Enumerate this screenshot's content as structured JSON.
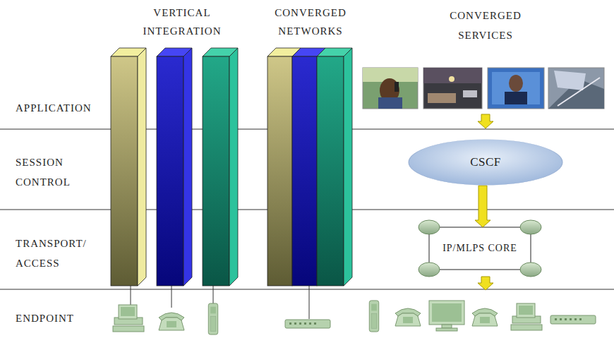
{
  "diagram": {
    "nodes": [
      {
        "text": [
          "CSCF"
        ]
      },
      {
        "text": [
          "IP/MLPS CORE"
        ]
      }
    ],
    "edges": [
      {
        "from": 0,
        "to": 1,
        "arrow": "to"
      }
    ],
    "labels": [
      "VERTICAL INTEGRATION",
      "CONVERGED NETWORKS",
      "CONVERGED SERVICES",
      "APPLICATION",
      "SESSION CONTROL",
      "TRANSPORT/ ACCESS",
      "ENDPOINT"
    ]
  }
}
